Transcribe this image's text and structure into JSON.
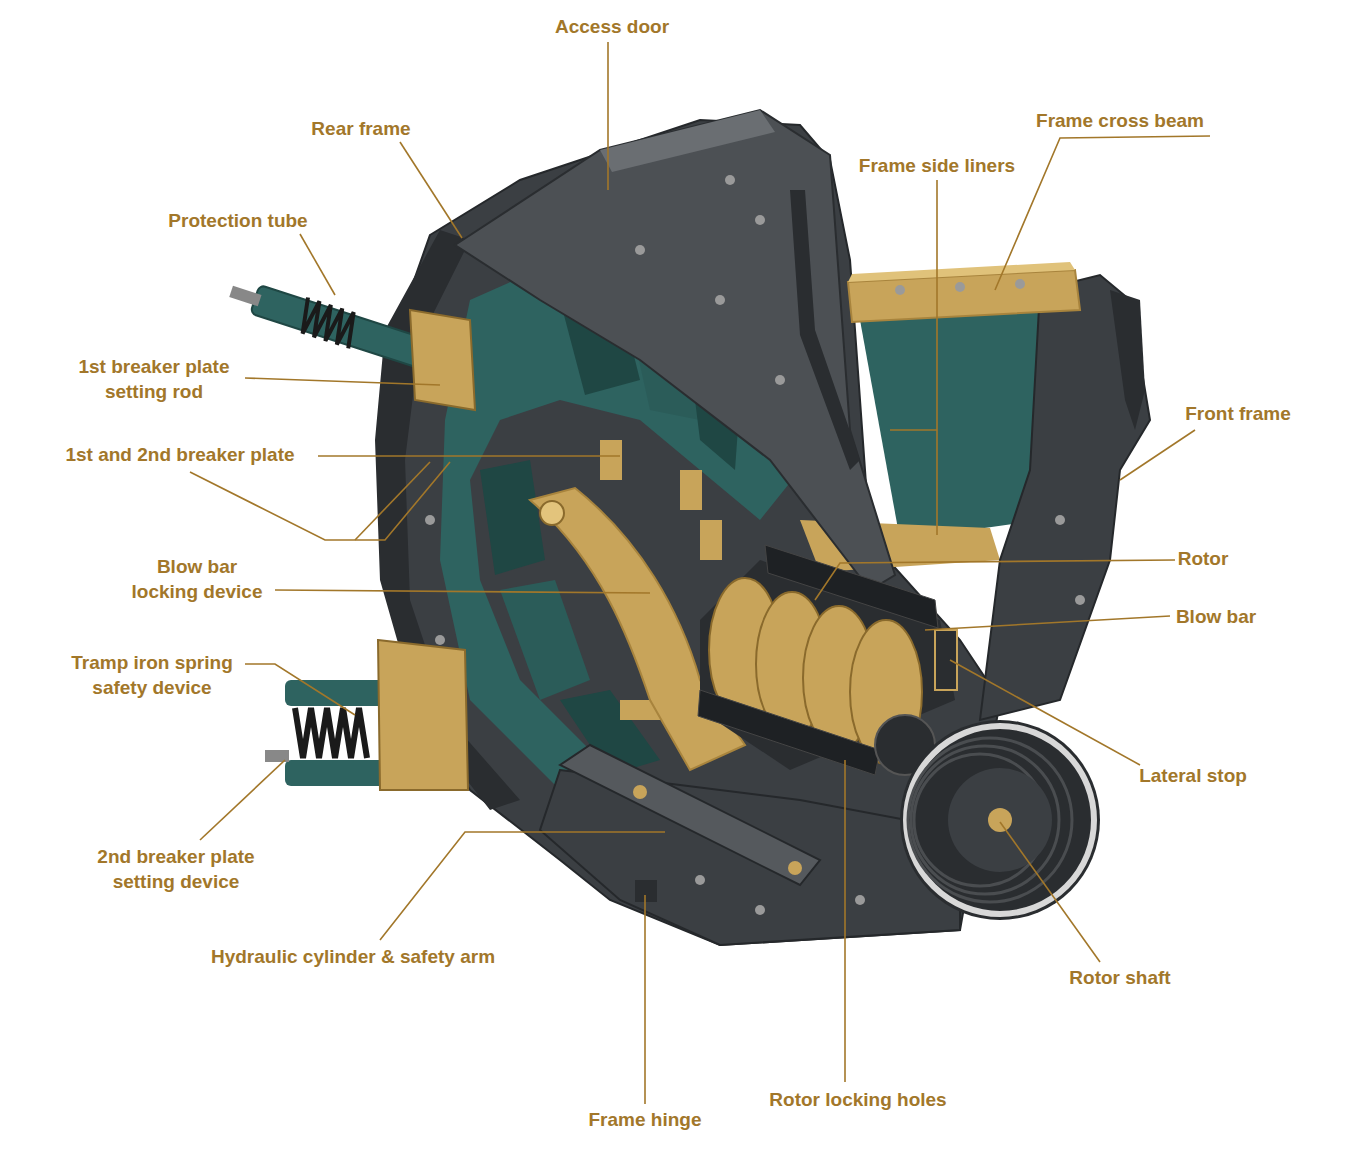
{
  "diagram": {
    "labels": [
      "Access door",
      "Frame cross beam",
      "Rear frame",
      "Frame side liners",
      "Protection tube",
      "1st breaker plate setting rod",
      "Front frame",
      "1st and 2nd breaker plate",
      "Rotor",
      "Blow bar locking device",
      "Blow bar",
      "Tramp iron spring safety device",
      "Lateral stop",
      "2nd breaker plate setting device",
      "Hydraulic cylinder & safety arm",
      "Rotor shaft",
      "Rotor locking holes",
      "Frame hinge"
    ]
  }
}
